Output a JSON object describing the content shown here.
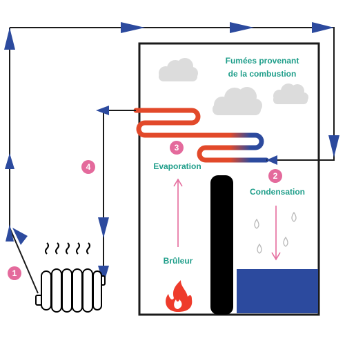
{
  "labels": {
    "fumes_line1": "Fumées provenant",
    "fumes_line2": "de la combustion",
    "evaporation": "Evaporation",
    "condensation": "Condensation",
    "bruleur": "Brûleur"
  },
  "steps": [
    "1",
    "2",
    "3",
    "4"
  ],
  "colors": {
    "flow_line": "#1a1a1a",
    "arrow": "#2c4a9e",
    "hot_pipe": "#e2492a",
    "cold_pipe": "#2c4a9e",
    "water": "#2c4a9e",
    "label_text": "#1f9e8a",
    "step_badge": "#e46a9c",
    "cloud": "#dcdcdc",
    "flame": "#ee3b2b"
  }
}
